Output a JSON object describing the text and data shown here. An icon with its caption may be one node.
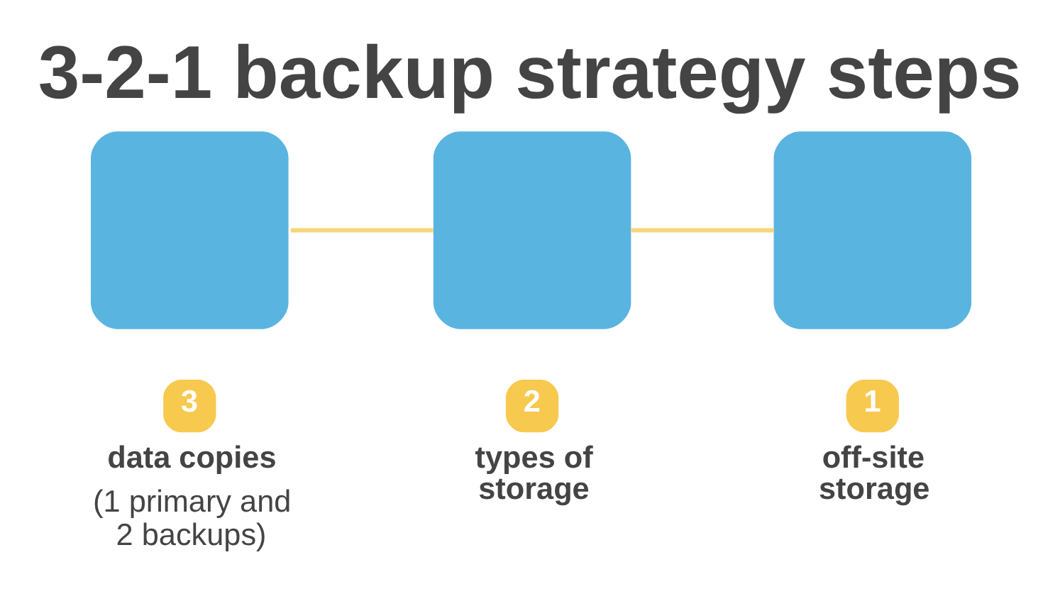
{
  "diagram": {
    "title": "3-2-1 backup strategy steps",
    "nodes": [
      {
        "text": [
          "3",
          "data copies",
          "(1 primary and 2 backups)"
        ]
      },
      {
        "text": [
          "2",
          "types of storage"
        ]
      },
      {
        "text": [
          "1",
          "off-site storage"
        ]
      }
    ],
    "edges": [
      {
        "from": 0,
        "to": 1,
        "arrow": "none"
      },
      {
        "from": 1,
        "to": 2,
        "arrow": "none"
      }
    ]
  }
}
